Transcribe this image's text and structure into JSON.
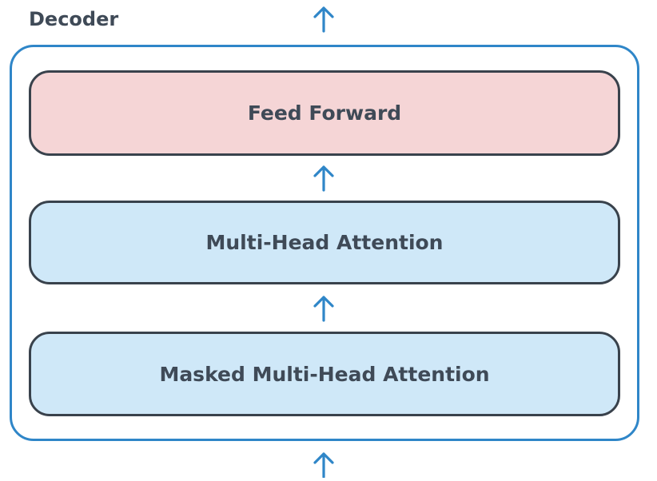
{
  "diagram": {
    "title": "Decoder",
    "blocks": [
      {
        "label": "Feed Forward",
        "color": "#f5d5d6"
      },
      {
        "label": "Multi-Head Attention",
        "color": "#cfe8f8"
      },
      {
        "label": "Masked Multi-Head Attention",
        "color": "#cfe8f8"
      }
    ],
    "arrow_color": "#2f86c8",
    "frame_color": "#2f86c8"
  }
}
